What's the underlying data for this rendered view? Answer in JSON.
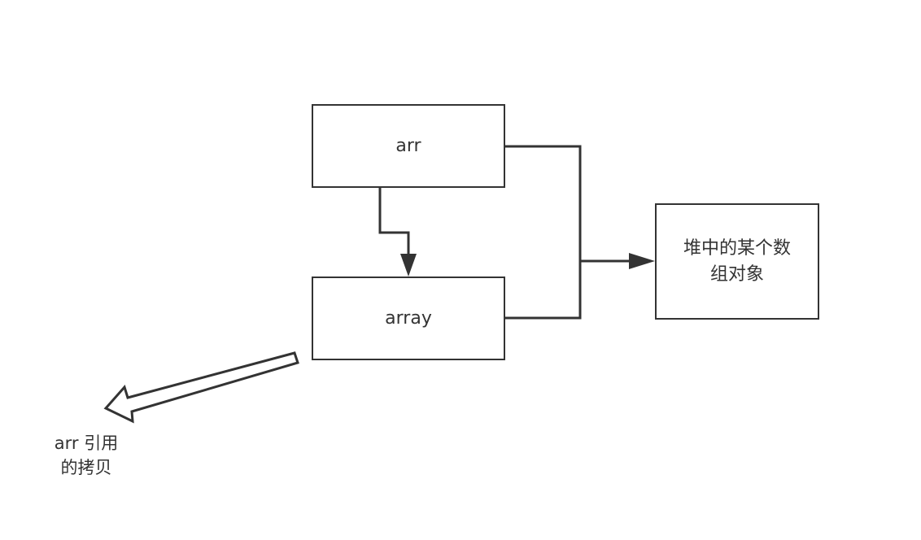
{
  "nodes": {
    "arr": "arr",
    "array": "array",
    "heap_line1": "堆中的某个数",
    "heap_line2": "组对象"
  },
  "annotation": {
    "line1": "arr 引用",
    "line2": "的拷贝"
  },
  "colors": {
    "stroke": "#333333",
    "background": "#ffffff"
  }
}
